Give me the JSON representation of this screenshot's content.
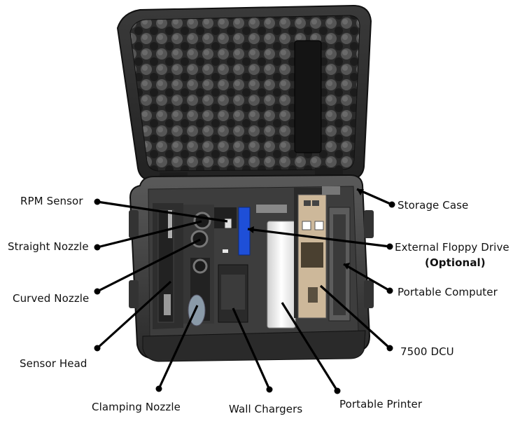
{
  "labels": {
    "rpm_sensor": "RPM Sensor",
    "straight_nozzle": "Straight Nozzle",
    "curved_nozzle": "Curved Nozzle",
    "sensor_head": "Sensor Head",
    "clamping_nozzle": "Clamping Nozzle",
    "wall_chargers": "Wall Chargers",
    "portable_printer": "Portable Printer",
    "storage_case": "Storage Case",
    "external_floppy_drive": "External Floppy Drive",
    "external_floppy_optional": "(Optional)",
    "portable_computer": "Portable Computer",
    "dcu": "7500 DCU"
  },
  "colors": {
    "case_dark": "#2e2e2e",
    "case_mid": "#4a4a4a",
    "foam": "#3a3a3a",
    "printer_white": "#f2f2f2",
    "floppy_blue": "#1e4fd8",
    "leader_line": "#000000"
  }
}
